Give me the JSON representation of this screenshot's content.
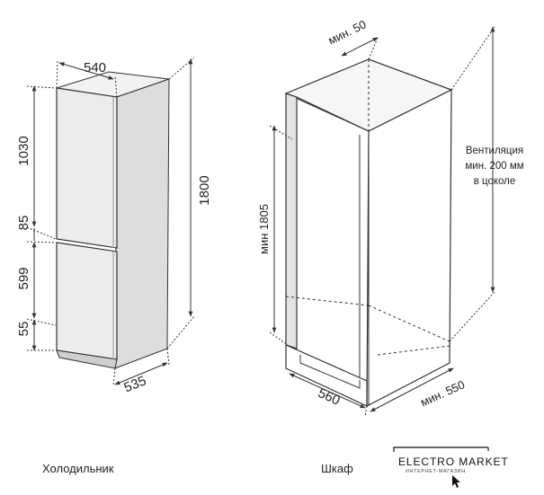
{
  "fridge": {
    "caption": "Холодильник",
    "dims": {
      "width_top": "540",
      "total_height": "1800",
      "upper_height": "1030",
      "gap": "85",
      "lower_height": "599",
      "bottom": "55",
      "depth": "535"
    }
  },
  "cabinet": {
    "caption": "Шкаф",
    "dims": {
      "min_top": "мин. 50",
      "min_height": "мин 1805",
      "width": "560",
      "min_depth": "мин. 550"
    },
    "ventilation": [
      "Вентиляция",
      "мин. 200 мм",
      "в цоколе"
    ]
  },
  "logo": {
    "brand": "ELECTRO MARKET",
    "sub": "ИНТЕРНЕТ-МАГАЗИН"
  },
  "colors": {
    "line": "#333333",
    "panel": "#e9e9e9",
    "side": "#dcdcdc",
    "cabinet_inner": "#f4f4f4"
  }
}
